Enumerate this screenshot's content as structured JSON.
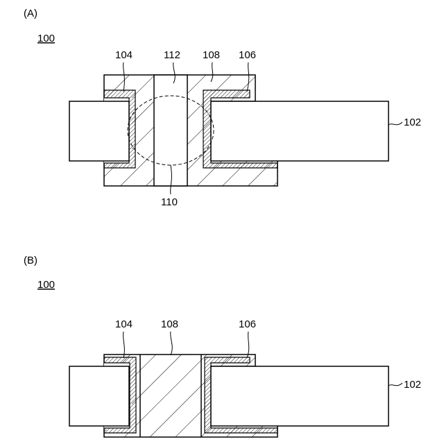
{
  "figure_a": {
    "panel_label": "(A)",
    "device_ref": "100",
    "labels": {
      "l104": "104",
      "l112": "112",
      "l108": "108",
      "l106": "106",
      "l102": "102",
      "l110": "110"
    }
  },
  "figure_b": {
    "panel_label": "(B)",
    "device_ref": "100",
    "labels": {
      "l104": "104",
      "l108": "108",
      "l106": "106",
      "l102": "102"
    }
  }
}
